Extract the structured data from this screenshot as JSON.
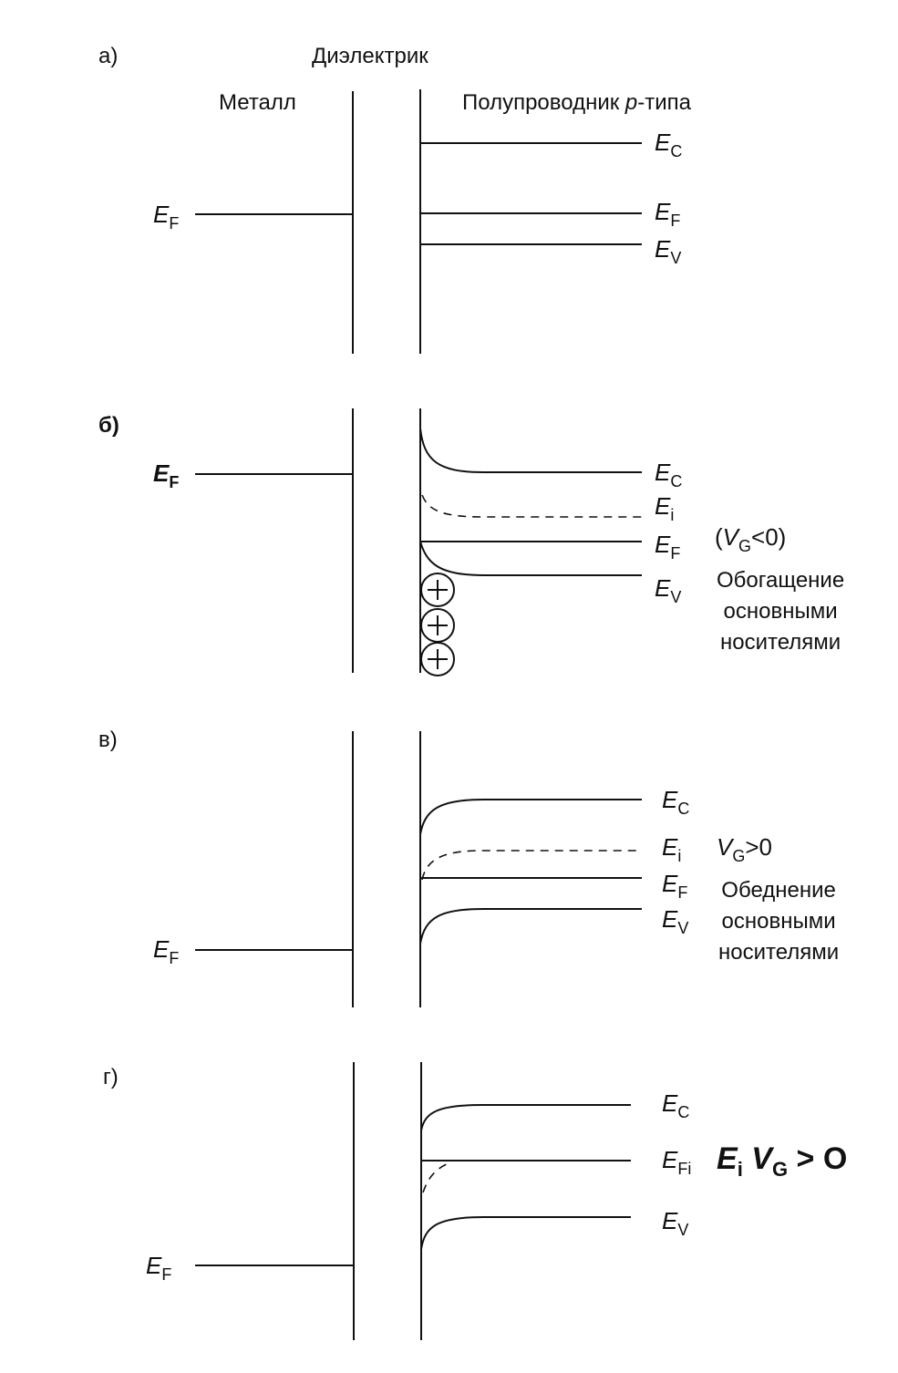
{
  "header": {
    "dielectric": "Диэлектрик",
    "metal": "Металл",
    "semiconductor": "Полупроводник ",
    "semiconductor_type_letter": "p",
    "semiconductor_type_suffix": "-типа"
  },
  "symbols": {
    "E": "E",
    "V": "V",
    "sub_C": "C",
    "sub_F": "F",
    "sub_V": "V",
    "sub_i": "i",
    "sub_G": "G",
    "sub_Fi": "Fi"
  },
  "panels": {
    "a": {
      "letter": "а)"
    },
    "b": {
      "letter": "б)",
      "condition_open": "(",
      "condition_close": "<0)",
      "note": [
        "Обогащение",
        "основными",
        "носителями"
      ],
      "charge_symbol": "+"
    },
    "c": {
      "letter": "в)",
      "condition_rest": ">0",
      "note": [
        "Обеднение",
        "основными",
        "носителями"
      ]
    },
    "d": {
      "letter": "г)",
      "condition_rest": " > O"
    }
  },
  "colors": {
    "ink": "#111111",
    "background": "#ffffff"
  }
}
